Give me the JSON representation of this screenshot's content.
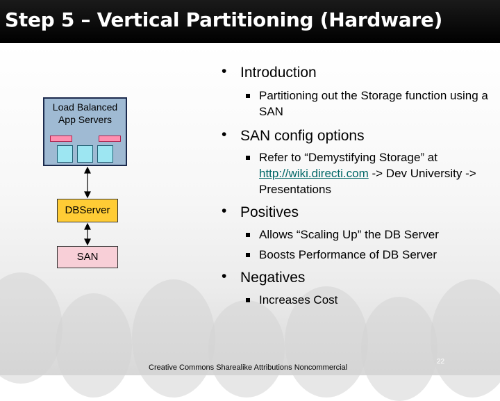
{
  "slide": {
    "title": "Step 5 – Vertical Partitioning (Hardware)",
    "footer": "Creative Commons Sharealike Attributions Noncommercial",
    "page_number": "22"
  },
  "diagram": {
    "app_servers_label": "Load Balanced App Servers",
    "db_label": "DBServer",
    "san_label": "SAN"
  },
  "bullets": {
    "intro": "Introduction",
    "intro_sub": "Partitioning out the Storage function using a SAN",
    "san_config": "SAN config options",
    "san_config_sub_prefix": "Refer to “Demystifying Storage” at",
    "san_config_sub_link": "http://wiki.directi.com",
    "san_config_sub_suffix": "-> Dev University -> Presentations",
    "positives": "Positives",
    "positives_sub1": "Allows “Scaling Up” the DB Server",
    "positives_sub2": "Boosts Performance of DB Server",
    "negatives": "Negatives",
    "negatives_sub1": "Increases Cost"
  },
  "colors": {
    "title_bar": "#000000",
    "app_group_fill": "#9fbad3",
    "db_fill": "#ffcc35",
    "san_fill": "#f8cfd7",
    "link": "#006666"
  }
}
